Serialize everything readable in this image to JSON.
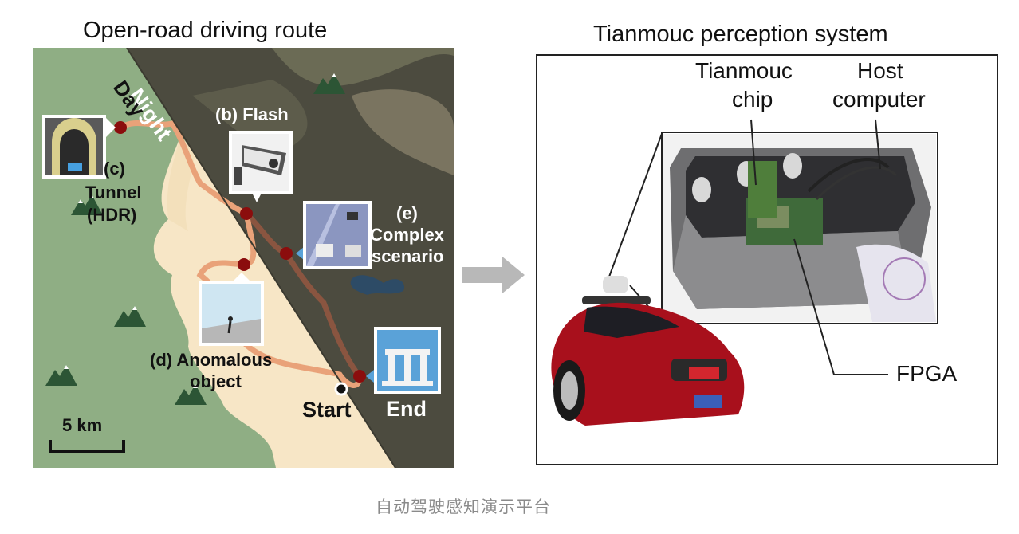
{
  "left_panel": {
    "title": "Open-road driving route",
    "night_label": "Night",
    "day_label": "Day",
    "flash_label": "(b) Flash",
    "tunnel_label_1": "(c)",
    "tunnel_label_2": "Tunnel",
    "tunnel_label_3": "(HDR)",
    "complex_label_1": "(e)",
    "complex_label_2": "Complex",
    "complex_label_3": "scenario",
    "anomalous_label_1": "(d) Anomalous",
    "anomalous_label_2": "object",
    "start_label": "Start",
    "end_label": "End",
    "scale_label": "5 km",
    "icons": [
      "tunnel-photo-icon",
      "surveillance-camera-icon",
      "traffic-scene-photo-icon",
      "pedestrian-photo-icon",
      "gate-landmark-icon",
      "mountain-icon",
      "lake-icon"
    ],
    "colors": {
      "day_land": "#f7e6c6",
      "forest": "#8fae84",
      "night_land": "#4c4b3f",
      "route": "#e9a279",
      "night_route": "#8a5540",
      "checkpoint": "#8b0d0d"
    }
  },
  "right_panel": {
    "title": "Tianmouc perception system",
    "chip_label_1": "Tianmouc",
    "chip_label_2": "chip",
    "host_label_1": "Host",
    "host_label_2": "computer",
    "fpga_label": "FPGA",
    "icons": [
      "car-photo",
      "enclosure-photo",
      "arrow-right-icon"
    ]
  },
  "caption": "自动驾驶感知演示平台"
}
